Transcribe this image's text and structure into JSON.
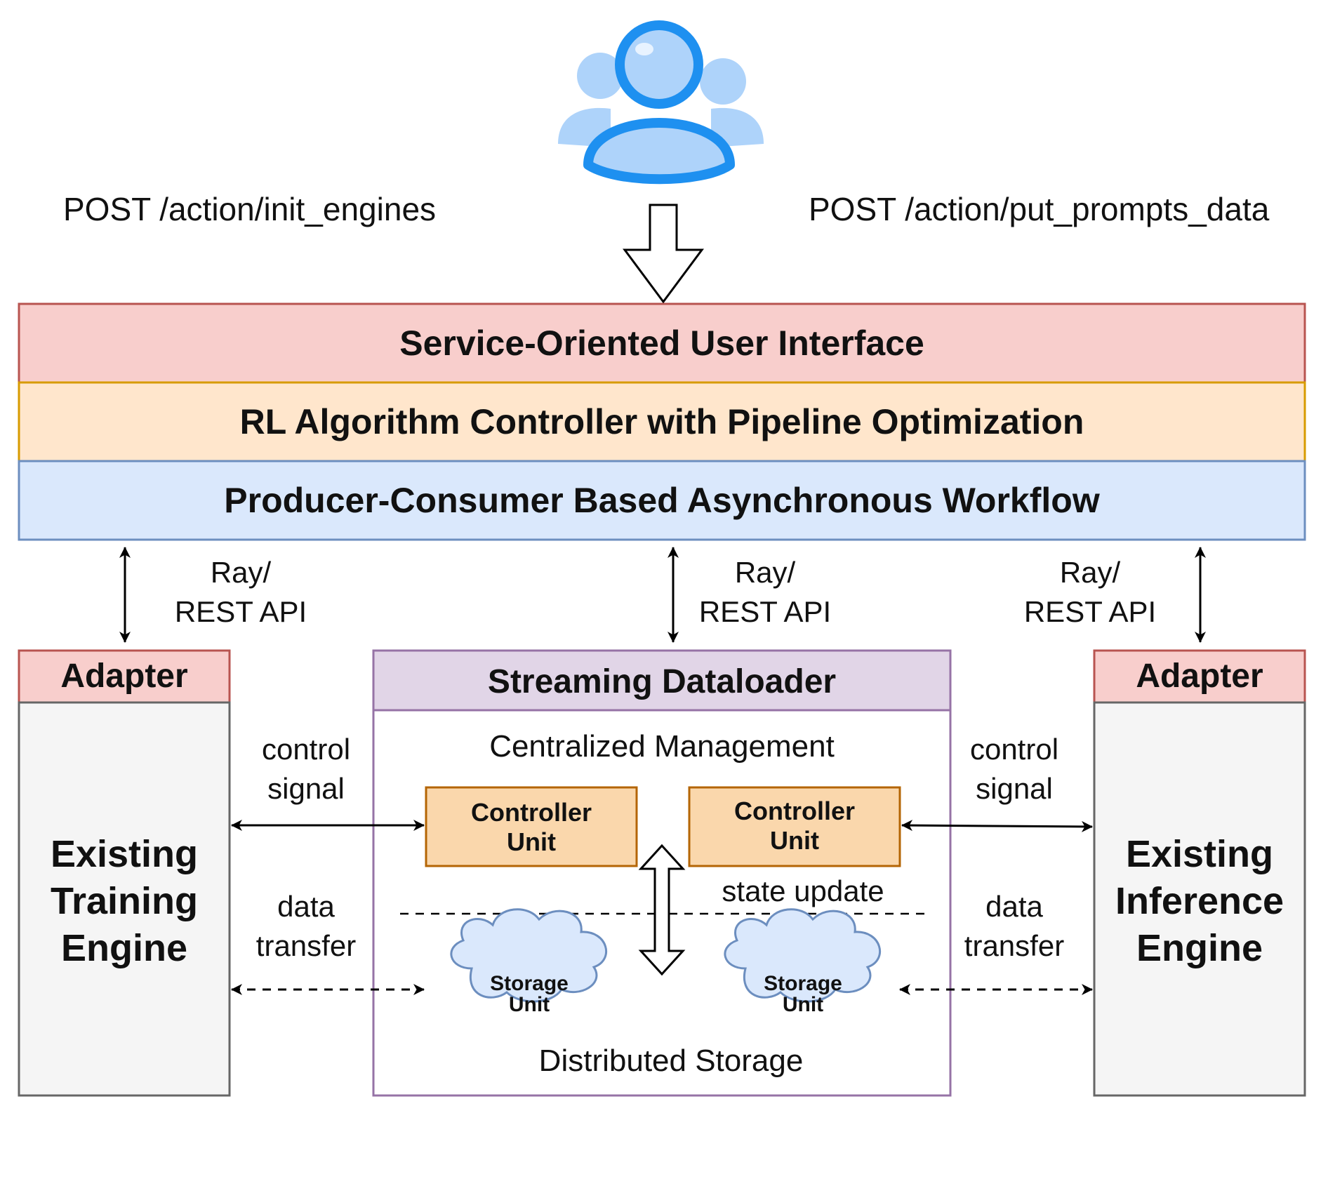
{
  "endpoints": {
    "left": "POST /action/init_engines",
    "right": "POST /action/put_prompts_data"
  },
  "layers": {
    "ui": "Service-Oriented User Interface",
    "controller": "RL Algorithm Controller with Pipeline Optimization",
    "workflow": "Producer-Consumer Based Asynchronous Workflow"
  },
  "apis": {
    "left": {
      "line1": "Ray/",
      "line2": "REST API"
    },
    "center": {
      "line1": "Ray/",
      "line2": "REST API"
    },
    "right": {
      "line1": "Ray/",
      "line2": "REST API"
    }
  },
  "training": {
    "adapter": "Adapter",
    "engine": {
      "line1": "Existing",
      "line2": "Training",
      "line3": "Engine"
    }
  },
  "inference": {
    "adapter": "Adapter",
    "engine": {
      "line1": "Existing",
      "line2": "Inference",
      "line3": "Engine"
    }
  },
  "dataloader": {
    "title": "Streaming Dataloader",
    "management": "Centralized Management",
    "controller_unit": {
      "line1": "Controller",
      "line2": "Unit"
    },
    "state_update": "state update",
    "storage_unit": {
      "line1": "Storage",
      "line2": "Unit"
    },
    "distributed_storage": "Distributed Storage"
  },
  "links": {
    "control_signal": {
      "line1": "control",
      "line2": "signal"
    },
    "data_transfer": {
      "line1": "data",
      "line2": "transfer"
    }
  },
  "colors": {
    "ui_fill": "#f8cecc",
    "ui_stroke": "#b85450",
    "controller_fill": "#ffe6cc",
    "controller_stroke": "#d79b00",
    "workflow_fill": "#dae8fc",
    "workflow_stroke": "#6c8ebf",
    "dataloader_fill": "#e1d5e7",
    "dataloader_stroke": "#9673a6",
    "unit_fill": "#fad7ac",
    "unit_stroke": "#b46504",
    "engine_fill": "#f5f5f5",
    "engine_stroke": "#666666",
    "user_icon_primary": "#1e90f0",
    "user_icon_light": "#aed3fa"
  }
}
